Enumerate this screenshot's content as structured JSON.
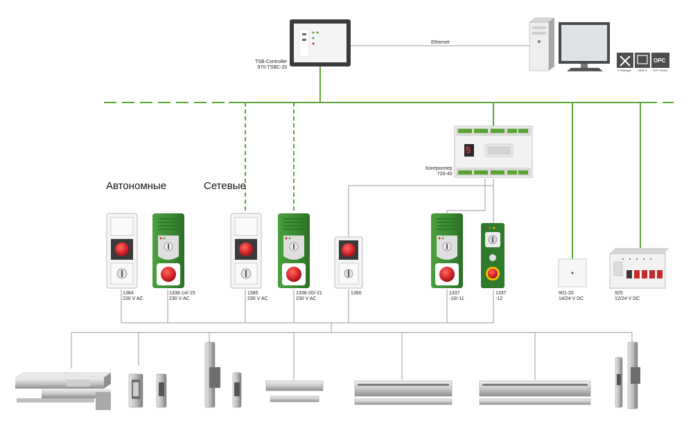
{
  "categories": {
    "standalone": "Автономные",
    "networked": "Сетевые"
  },
  "controller": {
    "line1": "TSB-Controller",
    "line2": "970-TSBC-20"
  },
  "ethernet_label": "Ethernet",
  "software": {
    "it_manager": "IT Manager",
    "web_it": "WEB-IT",
    "opc_badge": "OPC",
    "opc_server": "OPC Server"
  },
  "module": {
    "line1": "Контроллер",
    "line2": "720-40",
    "display_digit": "5"
  },
  "devices": [
    {
      "line1": "1384",
      "line2": "230 V AC"
    },
    {
      "line1": "1338-14/-15",
      "line2": "230 V AC"
    },
    {
      "line1": "1385",
      "line2": "230 V AC"
    },
    {
      "line1": "1338-20/-21",
      "line2": "230 V AC"
    },
    {
      "line1": "1380",
      "line2": ""
    },
    {
      "line1": "1337",
      "line2": "-10/-11"
    },
    {
      "line1": "1337",
      "line2": "-12"
    },
    {
      "line1": "901-20",
      "line2": "14/24 V DC"
    },
    {
      "line1": "925",
      "line2": "12/24 V DC"
    }
  ],
  "colors": {
    "bus_green": "#5aa532",
    "device_green": "#3f8f36",
    "button_red": "#d6252b",
    "wire_gray": "#9a9a9a"
  }
}
